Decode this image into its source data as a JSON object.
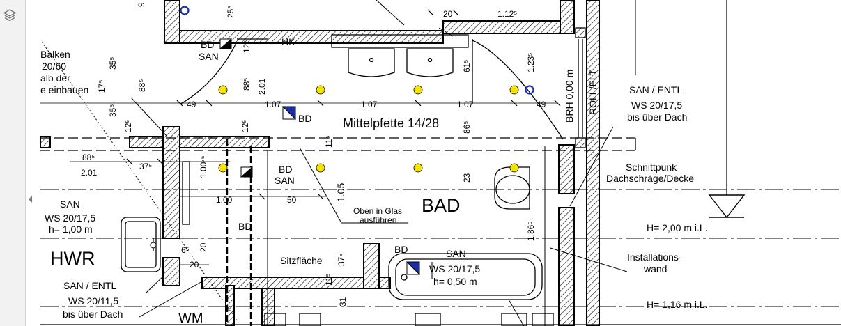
{
  "viewer": {
    "layers_icon": "layers-icon",
    "collapse_icon": "chevron-left-icon"
  },
  "plan": {
    "rooms": {
      "bad": "BAD",
      "hwr": "HWR",
      "wm": "WM"
    },
    "beam": "Mittelpfette 14/28",
    "beam_note": {
      "line1": "Balken",
      "line2": "20/60",
      "line3": "alb der",
      "line4": "e einbauen"
    },
    "labels": {
      "hk": "HK",
      "bd_san_top_1": "BD",
      "bd_san_top_2": "SAN",
      "bd_center": "BD",
      "bd_san_mid_1": "BD",
      "bd_san_mid_2": "SAN",
      "bd_lower": "BD",
      "bd_bath": "BD",
      "san_bath": "SAN",
      "sitzflaeche": "Sitzfläche",
      "glas_1": "Oben in Glas",
      "glas_2": "ausführen",
      "brh": "BRH 0,00 m",
      "roll": "ROLL/ELT",
      "schnitt_1": "Schnittpunk",
      "schnitt_2": "Dachschräge/Decke",
      "install_1": "Installations-",
      "install_2": "wand",
      "h200": "H= 2,00 m i.L.",
      "h116": "H= 1,16 m i.L."
    },
    "notes": {
      "san_left": [
        "SAN",
        "WS 20/17,5",
        "h= 1,00 m"
      ],
      "san_entl_left": [
        "SAN / ENTL",
        "WS 20/11,5",
        "bis über Dach"
      ],
      "san_entl_right": [
        "SAN / ENTL",
        "WS 20/17,5",
        "bis über Dach"
      ],
      "bath": [
        "WS 20/17,5",
        "h= 0,50 m"
      ]
    },
    "dims": {
      "d20_top": "20",
      "d112": "1.12⁵",
      "d9": "9",
      "d25": "25⁵",
      "d35a": "35⁵",
      "d17": "17⁵",
      "d88a": "88⁵",
      "d35b": "35⁵",
      "d12a": "12⁵",
      "d12b": "12⁵",
      "d88b": "88⁵",
      "d201a": "2.01",
      "d12c": "12⁵",
      "d49a": "49",
      "d107a": "1.07",
      "d107b": "1.07",
      "d107c": "1.07",
      "d49b": "49",
      "d61": "61⁵",
      "d86": "86⁵",
      "d123": "1.23⁵",
      "d11a": "11⁵",
      "d88c": "88⁵",
      "d201b": "2.01",
      "d37a": "37⁵",
      "d100_75": "1.00⁷⁵",
      "d23": "23",
      "d105": "1.05",
      "d100": "1.00",
      "d50": "50",
      "d6": "6⁵",
      "d20a": "20",
      "d20b": "20",
      "d37b": "37⁵",
      "d11b": "11⁵",
      "d31": "31",
      "d186": "1.86⁵"
    }
  }
}
